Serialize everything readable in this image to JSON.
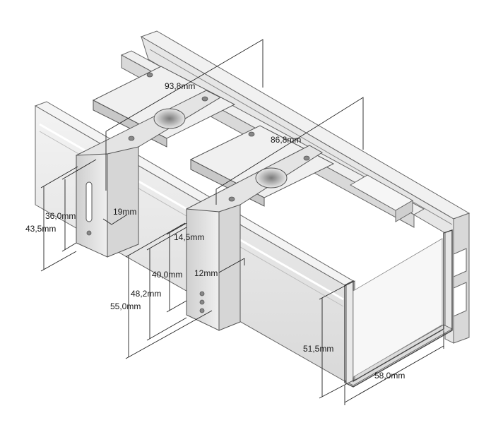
{
  "figure": {
    "dimensions": {
      "width_top_rail": "93,8mm",
      "width_second_rail": "86,8mm",
      "bracket_width_19": "19mm",
      "bracket_width_12": "12mm",
      "height_36": "36,0mm",
      "height_43_5": "43,5mm",
      "height_14_5": "14,5mm",
      "height_40": "40,0mm",
      "height_48_2": "48,2mm",
      "height_55": "55,0mm",
      "channel_height": "51,5mm",
      "channel_width": "58,0mm"
    },
    "colors": {
      "outline": "#555555",
      "metal_light": "#eeeeee",
      "metal_mid": "#d4d4d4",
      "metal_dark": "#b8b8b8",
      "dim_line": "#222222"
    }
  }
}
